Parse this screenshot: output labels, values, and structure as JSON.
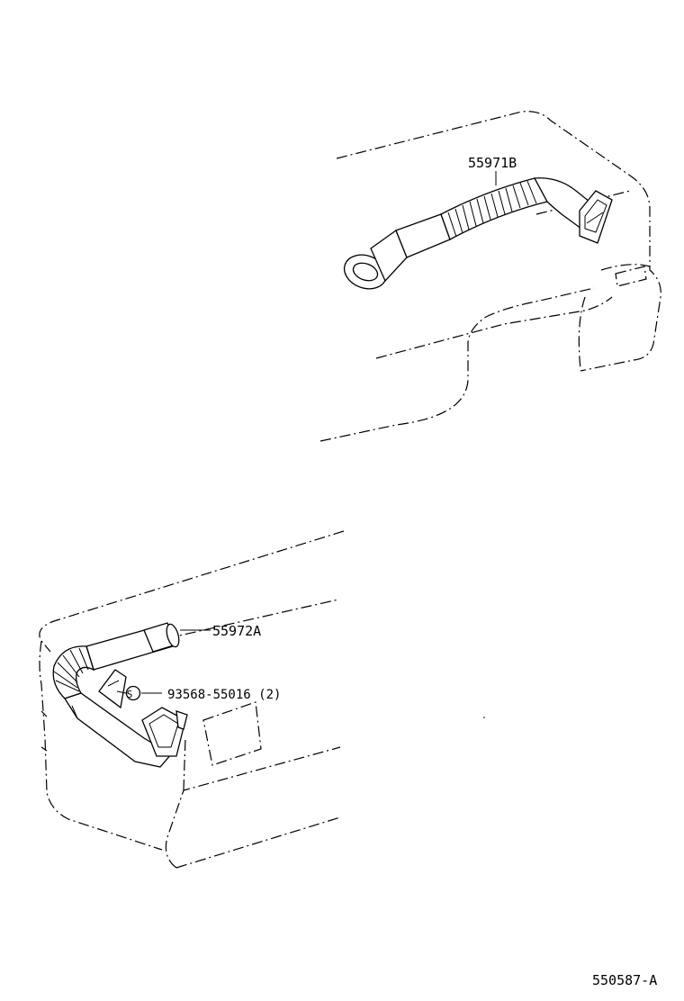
{
  "diagram": {
    "callouts": [
      {
        "part": "55971B"
      },
      {
        "part": "55972A"
      },
      {
        "part": "93568-55016 (2)",
        "symbol": "S"
      }
    ],
    "reference_code": "550587-A"
  },
  "colors": {
    "line": "#000000",
    "background": "#ffffff"
  }
}
